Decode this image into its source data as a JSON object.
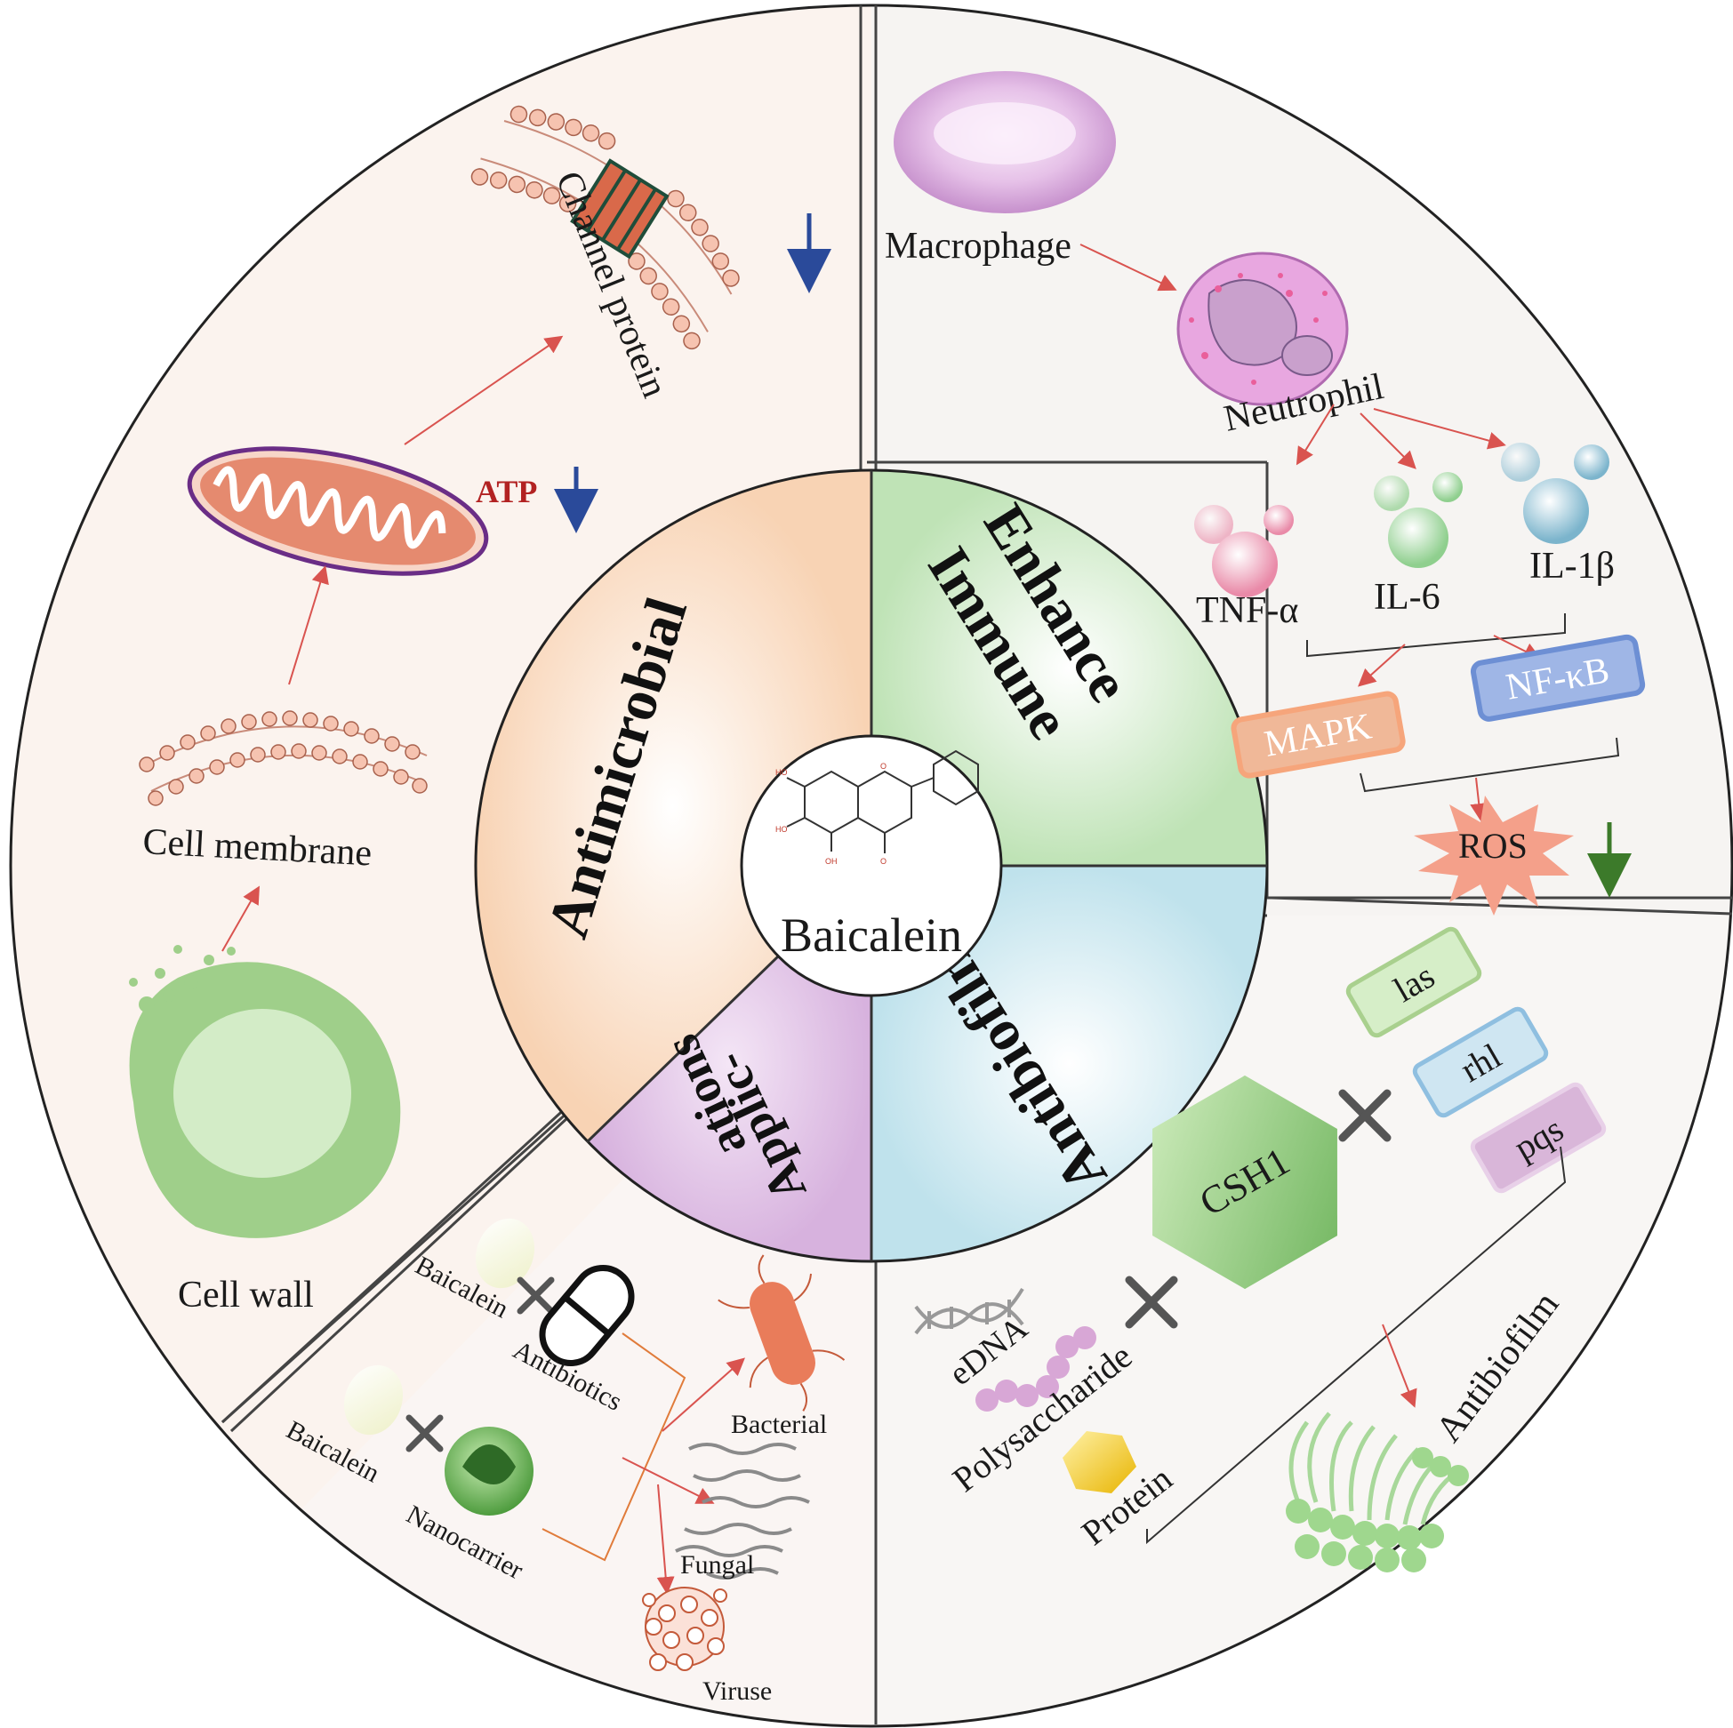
{
  "center": {
    "title": "Baicalein"
  },
  "sections": {
    "antimicrobial": "Antimicrobial",
    "immune_line1": "Enhance",
    "immune_line2": "Immune",
    "antibiofilm": "Antibiofilm",
    "applications_line1": "Applic-",
    "applications_line2": "ations"
  },
  "antimicrobial_labels": {
    "channel_protein": "Channel protein",
    "atp": "ATP",
    "cell_membrane": "Cell membrane",
    "cell_wall": "Cell wall"
  },
  "immune_labels": {
    "macrophage": "Macrophage",
    "neutrophil": "Neutrophil",
    "tnf": "TNF-α",
    "il6": "IL-6",
    "il1b": "IL-1β",
    "mapk": "MAPK",
    "nfkb": "NF-κB",
    "ros": "ROS"
  },
  "antibiofilm_labels": {
    "las": "las",
    "rhl": "rhl",
    "pqs": "pqs",
    "csh1": "CSH1",
    "edna": "eDNA",
    "polysaccharide": "Polysaccharide",
    "protein": "Protein",
    "antibiofilm": "Antibiofilm"
  },
  "applications_labels": {
    "baicalein_1": "Baicalein",
    "antibiotics": "Antibiotics",
    "baicalein_2": "Baicalein",
    "nanocarrier": "Nanocarrier",
    "bacterial": "Bacterial",
    "fungal": "Fungal",
    "viruse": "Viruse"
  },
  "colors": {
    "arrow_red": "#d9534f",
    "arrow_blue": "#2a4a9a",
    "arrow_green": "#3c7a2a",
    "atp_red": "#b22222",
    "green_cell": "#9fcf8a",
    "purple_macrophage": "#d9a8dc"
  }
}
